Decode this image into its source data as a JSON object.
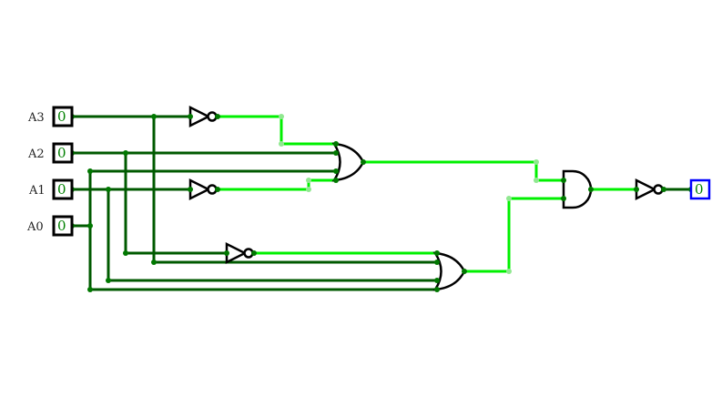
{
  "inputs": [
    {
      "label": "A3",
      "value": "0"
    },
    {
      "label": "A2",
      "value": "0"
    },
    {
      "label": "A1",
      "value": "0"
    },
    {
      "label": "A0",
      "value": "0"
    }
  ],
  "output": {
    "value": "0"
  },
  "colors": {
    "wire_low": "#005a00",
    "wire_high": "#00f000",
    "output_border": "#0000ff"
  }
}
